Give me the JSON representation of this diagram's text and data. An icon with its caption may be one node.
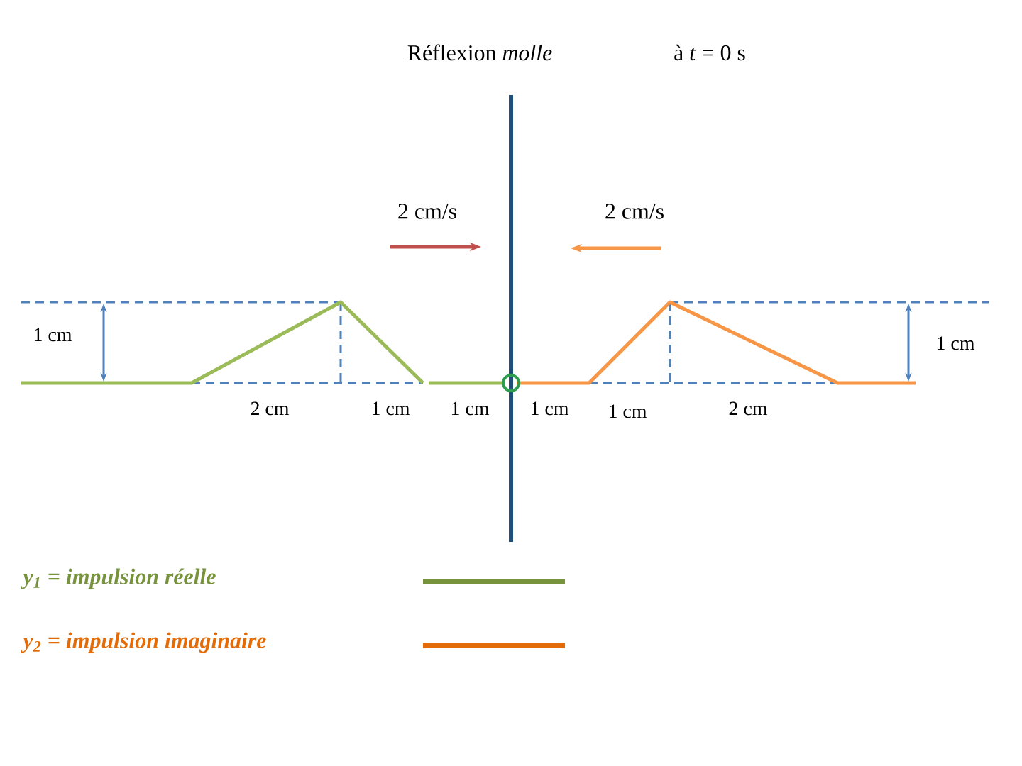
{
  "diagram": {
    "title": "Réflexion *molle*",
    "labels": [
      "à *t* = 0 s",
      "2 cm/s",
      "2 cm/s",
      "1 cm",
      "1 cm",
      "2 cm",
      "1 cm",
      "1 cm",
      "1 cm",
      "1 cm",
      "2 cm"
    ],
    "legend": [
      {
        "text": "y$_{1}$ = impulsion réelle"
      },
      {
        "text": "y$_{2}$ = impulsion imaginaire"
      }
    ]
  }
}
